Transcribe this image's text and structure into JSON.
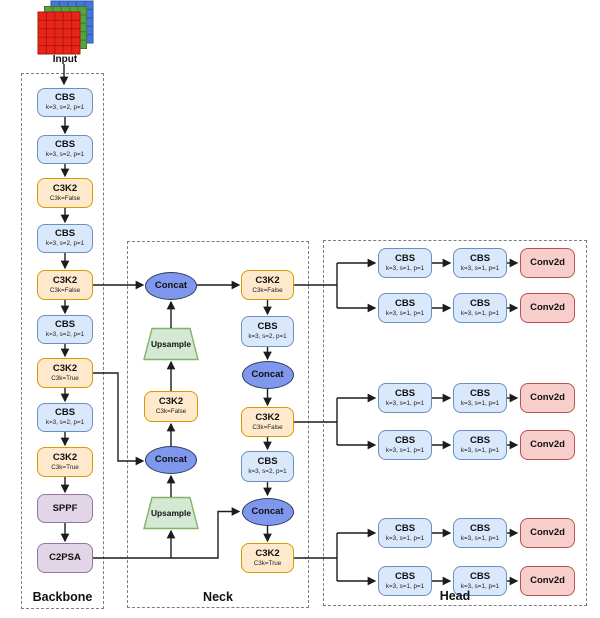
{
  "input": {
    "label": "Input"
  },
  "sections": {
    "backbone": {
      "label": "Backbone"
    },
    "neck": {
      "label": "Neck"
    },
    "head": {
      "label": "Head"
    }
  },
  "backbone": {
    "nodes": [
      {
        "type": "CBS",
        "label": "CBS",
        "sub": "k=3, s=2, p=1"
      },
      {
        "type": "CBS",
        "label": "CBS",
        "sub": "k=3, s=2, p=1"
      },
      {
        "type": "C3K2",
        "label": "C3K2",
        "sub": "C3k=False"
      },
      {
        "type": "CBS",
        "label": "CBS",
        "sub": "k=3, s=2, p=1"
      },
      {
        "type": "C3K2",
        "label": "C3K2",
        "sub": "C3k=False"
      },
      {
        "type": "CBS",
        "label": "CBS",
        "sub": "k=3, s=2, p=1"
      },
      {
        "type": "C3K2",
        "label": "C3K2",
        "sub": "C3k=True"
      },
      {
        "type": "CBS",
        "label": "CBS",
        "sub": "k=3, s=2, p=1"
      },
      {
        "type": "C3K2",
        "label": "C3K2",
        "sub": "C3k=True"
      },
      {
        "type": "SPPF",
        "label": "SPPF"
      },
      {
        "type": "C2PSA",
        "label": "C2PSA"
      }
    ]
  },
  "neck": {
    "left_column": [
      {
        "type": "Concat",
        "label": "Concat"
      },
      {
        "type": "Upsample",
        "label": "Upsample"
      },
      {
        "type": "C3K2",
        "label": "C3K2",
        "sub": "C3k=False"
      },
      {
        "type": "Concat",
        "label": "Concat"
      },
      {
        "type": "Upsample",
        "label": "Upsample"
      }
    ],
    "right_column": [
      {
        "type": "C3K2",
        "label": "C3K2",
        "sub": "C3k=False"
      },
      {
        "type": "CBS",
        "label": "CBS",
        "sub": "k=3, s=2, p=1"
      },
      {
        "type": "Concat",
        "label": "Concat"
      },
      {
        "type": "C3K2",
        "label": "C3K2",
        "sub": "C3k=False"
      },
      {
        "type": "CBS",
        "label": "CBS",
        "sub": "k=3, s=2, p=1"
      },
      {
        "type": "Concat",
        "label": "Concat"
      },
      {
        "type": "C3K2",
        "label": "C3K2",
        "sub": "C3k=True"
      }
    ]
  },
  "head": {
    "groups": [
      {
        "rows": [
          {
            "cells": [
              {
                "label": "CBS",
                "sub": "k=3, s=1, p=1"
              },
              {
                "label": "CBS",
                "sub": "k=3, s=1, p=1"
              },
              {
                "label": "Conv2d"
              }
            ]
          },
          {
            "cells": [
              {
                "label": "CBS",
                "sub": "k=3, s=1, p=1"
              },
              {
                "label": "CBS",
                "sub": "k=3, s=1, p=1"
              },
              {
                "label": "Conv2d"
              }
            ]
          }
        ]
      },
      {
        "rows": [
          {
            "cells": [
              {
                "label": "CBS",
                "sub": "k=3, s=1, p=1"
              },
              {
                "label": "CBS",
                "sub": "k=3, s=1, p=1"
              },
              {
                "label": "Conv2d"
              }
            ]
          },
          {
            "cells": [
              {
                "label": "CBS",
                "sub": "k=3, s=1, p=1"
              },
              {
                "label": "CBS",
                "sub": "k=3, s=1, p=1"
              },
              {
                "label": "Conv2d"
              }
            ]
          }
        ]
      },
      {
        "rows": [
          {
            "cells": [
              {
                "label": "CBS",
                "sub": "k=3, s=1, p=1"
              },
              {
                "label": "CBS",
                "sub": "k=3, s=1, p=1"
              },
              {
                "label": "Conv2d"
              }
            ]
          },
          {
            "cells": [
              {
                "label": "CBS",
                "sub": "k=3, s=1, p=1"
              },
              {
                "label": "CBS",
                "sub": "k=3, s=1, p=1"
              },
              {
                "label": "Conv2d"
              }
            ]
          }
        ]
      }
    ]
  },
  "colors": {
    "cbs_fill": "#dae8fc",
    "cbs_border": "#6c8ebf",
    "c3k2_fill": "#ffe9cd",
    "c3k2_border": "#d79b00",
    "concat_fill": "#8097ee",
    "concat_border": "#2f3a5f",
    "upsample_fill": "#d5e8d4",
    "upsample_border": "#82b366",
    "sppf_c2psa_fill": "#e1d5e7",
    "sppf_c2psa_border": "#9673a6",
    "conv2d_fill": "#f8cecc",
    "conv2d_border": "#b85450",
    "connector": "#1c1c1c",
    "input_red": "#e82519",
    "input_green": "#55a33f",
    "input_blue": "#4677d8"
  }
}
